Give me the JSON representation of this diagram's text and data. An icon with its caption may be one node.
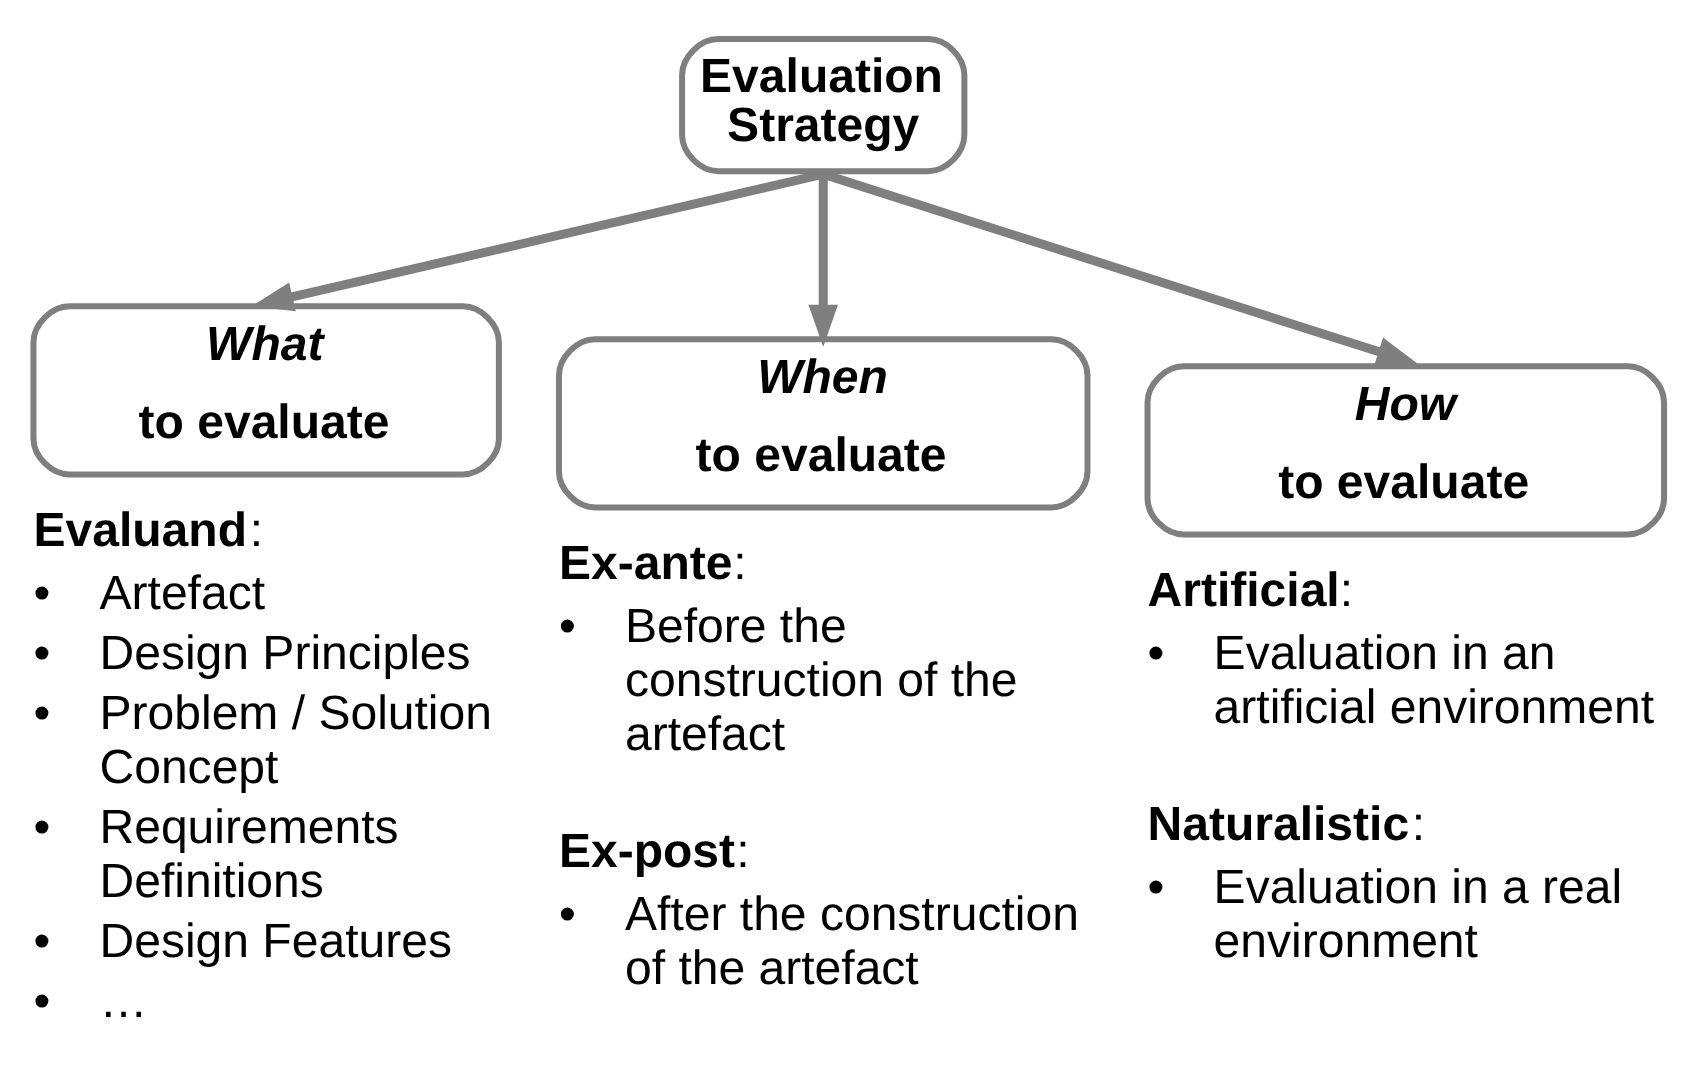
{
  "diagram": {
    "nodes": [
      {
        "text": [
          "Evaluation Strategy"
        ]
      },
      {
        "text": [
          "What",
          "to evaluate"
        ],
        "beside": [
          "**Evaluand**:",
          "• Artefact",
          "• Design Principles",
          "• Problem / Solution Concept",
          "• Requirements Definitions",
          "• Design Features",
          "• …"
        ]
      },
      {
        "text": [
          "When",
          "to evaluate"
        ],
        "beside": [
          "**Ex-ante**:",
          "• Before the construction of the artefact",
          "**Ex-post**:",
          "• After the construction of the artefact"
        ]
      },
      {
        "text": [
          "How",
          "to evaluate"
        ],
        "beside": [
          "**Artificial**:",
          "• Evaluation in an artificial environment",
          "**Naturalistic**:",
          "• Evaluation in a real environment"
        ]
      }
    ],
    "edges": [
      {
        "from": 0,
        "to": 1,
        "arrow": "to"
      },
      {
        "from": 0,
        "to": 2,
        "arrow": "to"
      },
      {
        "from": 0,
        "to": 3,
        "arrow": "to"
      }
    ]
  }
}
